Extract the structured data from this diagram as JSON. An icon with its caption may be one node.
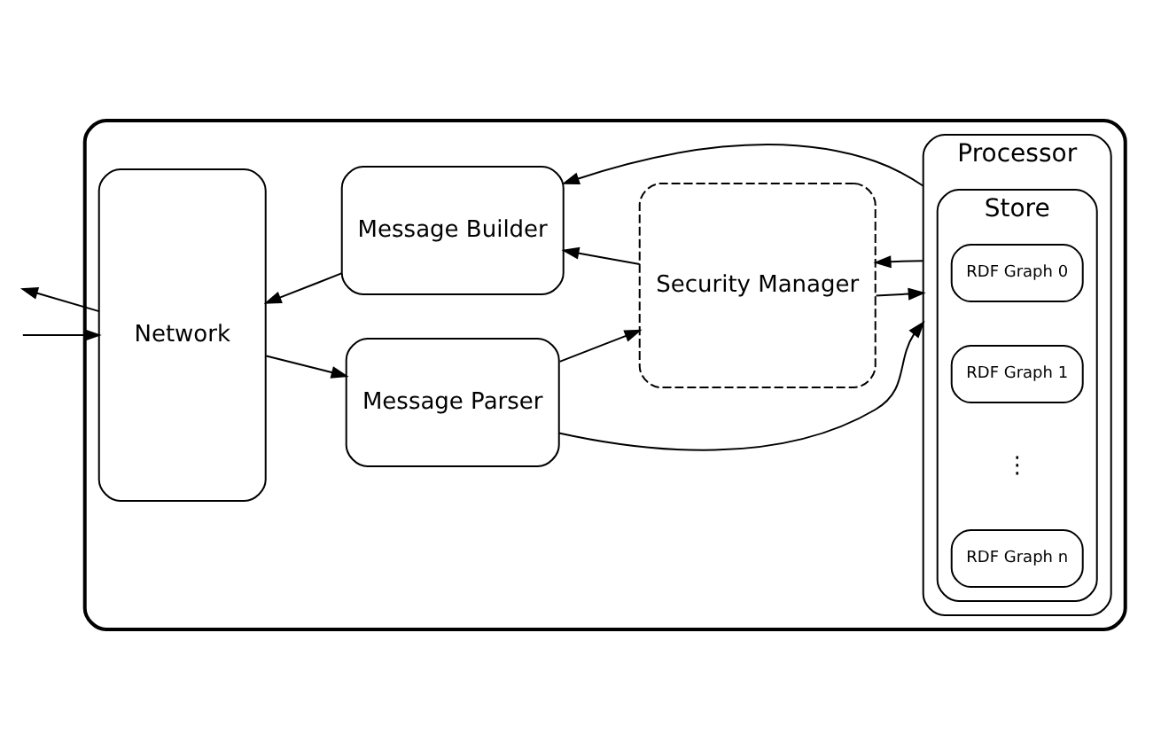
{
  "diagram": {
    "nodes": [
      {
        "text": [],
        "shape": "box"
      },
      {
        "text": [
          "Network"
        ],
        "in": 0
      },
      {
        "text": [
          "Message Parser"
        ],
        "in": 0
      },
      {
        "text": [
          "Security Manager"
        ],
        "in": 0
      },
      {
        "text": [
          "Message Builder"
        ],
        "in": 0
      },
      {
        "text": [
          "Processor"
        ],
        "in": 0
      },
      {
        "text": [
          "Store"
        ],
        "in": 5
      },
      {
        "text": [
          "RDF Graph 0"
        ],
        "in": 6
      },
      {
        "text": [
          "RDF Graph 1"
        ],
        "in": 6
      },
      {
        "text": [
          "RDF Graph n"
        ],
        "in": 6
      }
    ],
    "edges": [
      {
        "from": 1,
        "to": null,
        "arrow": "to"
      },
      {
        "from": null,
        "to": 1,
        "arrow": "to"
      },
      {
        "from": 1,
        "to": 2,
        "arrow": "to"
      },
      {
        "from": 2,
        "to": 5,
        "arrow": "to"
      },
      {
        "from": 2,
        "to": 3,
        "arrow": "to"
      },
      {
        "from": 3,
        "to": 5,
        "arrow": "to"
      },
      {
        "from": 5,
        "to": 3,
        "arrow": "to"
      },
      {
        "from": 3,
        "to": 4,
        "arrow": "to"
      },
      {
        "from": 5,
        "to": 4,
        "arrow": "to"
      },
      {
        "from": 4,
        "to": 1,
        "arrow": "to"
      }
    ],
    "labels": [
      "⋮"
    ]
  }
}
